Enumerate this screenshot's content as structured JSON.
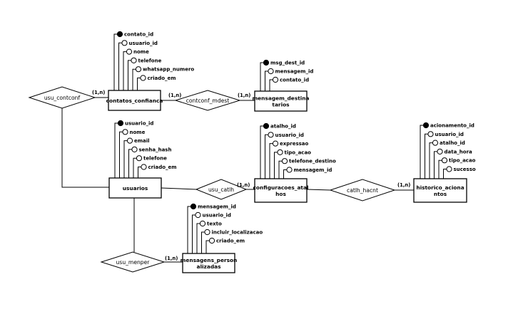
{
  "entities": [
    {
      "id": "contatos_confianca",
      "lines": [
        "contatos_confianca"
      ],
      "attributes": [
        "contato_id",
        "usuario_id",
        "nome",
        "telefone",
        "whatsapp_numero",
        "criado_em"
      ]
    },
    {
      "id": "mensagem_destinatarios",
      "lines": [
        "mensagem_destina",
        "tarios"
      ],
      "attributes": [
        "msg_dest_id",
        "mensagem_id",
        "contato_id"
      ]
    },
    {
      "id": "usuarios",
      "lines": [
        "usuarios"
      ],
      "attributes": [
        "usuario_id",
        "nome",
        "email",
        "senha_hash",
        "telefone",
        "criado_em"
      ]
    },
    {
      "id": "configuracoes_atalhos",
      "lines": [
        "configuracoes_atal",
        "hos"
      ],
      "attributes": [
        "atalho_id",
        "usuario_id",
        "expressao",
        "tipo_acao",
        "telefone_destino",
        "mensagem_id"
      ]
    },
    {
      "id": "historico_acionamentos",
      "lines": [
        "historico_aciona",
        "ntos"
      ],
      "attributes": [
        "acionamento_id",
        "usuario_id",
        "atalho_id",
        "data_hora",
        "tipo_acao",
        "sucesso"
      ]
    },
    {
      "id": "mensagens_personalizadas",
      "lines": [
        "mensagens_person",
        "alizadas"
      ],
      "attributes": [
        "mensagem_id",
        "usuario_id",
        "texto",
        "incluir_localizacao",
        "criado_em"
      ]
    }
  ],
  "relationships": [
    {
      "name": "usu_contconf"
    },
    {
      "name": "contconf_mdest"
    },
    {
      "name": "usu_catlh"
    },
    {
      "name": "catlh_hacnt"
    },
    {
      "name": "usu_menper"
    }
  ],
  "cardinalities": [
    "(1,n)",
    "(1,n)",
    "(1,n)",
    "(1,n)",
    "(1,n)",
    "(1,n)"
  ],
  "colors": {
    "stroke": "#000000",
    "background": "#ffffff",
    "primary_key": "#000000"
  }
}
